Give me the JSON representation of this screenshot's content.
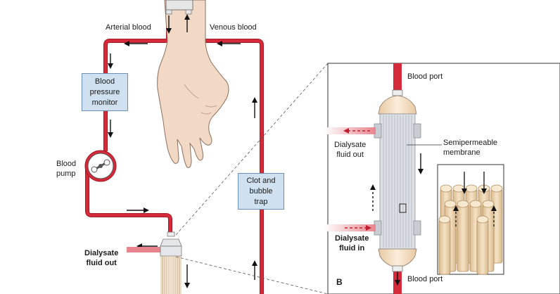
{
  "labels": {
    "arterial_blood": "Arterial blood",
    "venous_blood": "Venous blood",
    "blood_pressure_monitor": "Blood\npressure\nmonitor",
    "blood_pump": "Blood\npump",
    "clot_and_bubble_trap": "Clot and\nbubble\ntrap",
    "dialysate_fluid_out_left": "Dialysate\nfluid out",
    "blood_port_top": "Blood port",
    "blood_port_bottom": "Blood port",
    "dialysate_fluid_out_right": "Dialysate\nfluid out",
    "semipermeable_membrane": "Semipermeable\nmembrane",
    "dialysate_fluid_in": "Dialysate\nfluid in",
    "panel_letter": "B"
  },
  "colors": {
    "blood_tube": "#d42a3a",
    "tube_outline": "#a01a28",
    "info_box": "#cfe0f0",
    "skin": "#f2d9c6",
    "fiber": "#ead2ad",
    "dialyzer_cap": "#f3dcc0",
    "dialyzer_body": "#d9dde3"
  }
}
